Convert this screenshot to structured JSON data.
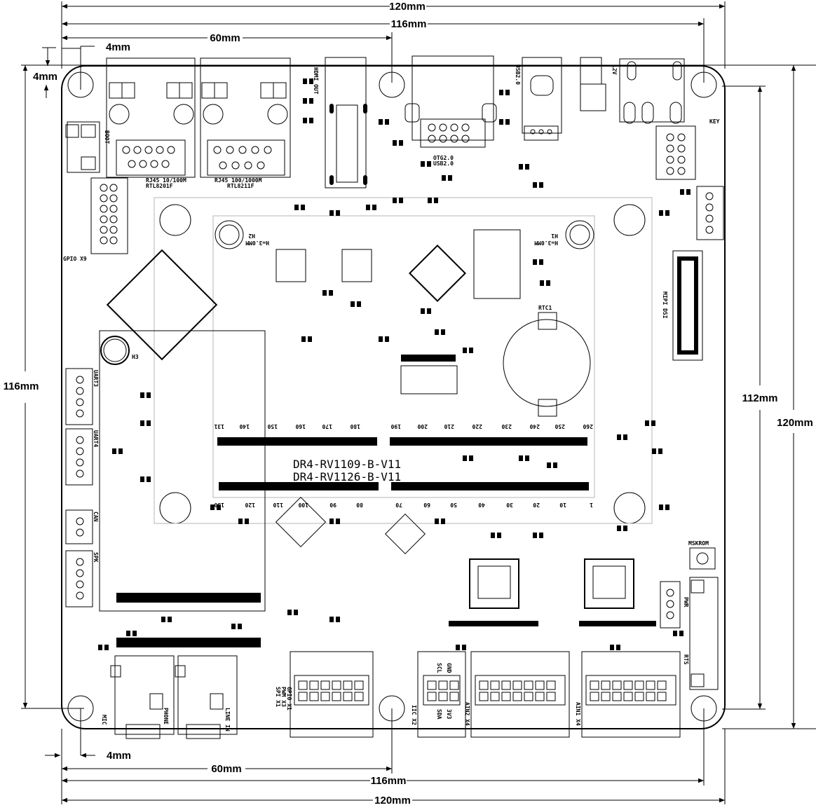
{
  "dimensions": {
    "top_overall": "120mm",
    "top_holes": "116mm",
    "top_half": "60mm",
    "top_hole_offset_x": "4mm",
    "top_hole_offset_y": "4mm",
    "left_holes": "116mm",
    "right_inner": "112mm",
    "right_overall": "120mm",
    "bottom_hole_offset_x": "4mm",
    "bottom_half": "60mm",
    "bottom_holes": "116mm",
    "bottom_overall": "120mm"
  },
  "board": {
    "model_1": "DR4-RV1109-B-V11",
    "model_2": "DR4-RV1126-B-V11"
  },
  "labels": {
    "rj45_left": "RJ45 10/100M",
    "rj45_left_chip": "RTL8201F",
    "rj45_right": "RJ45 100/1000M",
    "rj45_right_chip": "RTL8211F",
    "hdmi": "HDMI OUT",
    "usb20": "USB2.0",
    "otg": "OTG2.0",
    "otg_usb": "USB2.0",
    "dc12v": "12V",
    "key": "KEY",
    "boot": "BOOT",
    "gpio_x9": "GPIO X9",
    "rtc": "RTC1",
    "mipi": "MIPI DSI",
    "h1": "H1",
    "h1_size": "H=3.0MM",
    "h2": "H2",
    "h2_size": "H=3.0MM",
    "h3": "H3",
    "uart3": "UART3",
    "uart4": "UART4",
    "can": "CAN",
    "spk": "SPK",
    "mskrom": "MSKROM",
    "pwr": "PWR",
    "rts": "RTS",
    "iic": "IIC X2",
    "gpio_x1": "GPIO X1",
    "pwm_x3": "PWM X3",
    "spi_x1": "SPI X1",
    "ain2": "AIN2 X4",
    "ain1": "AIN1 X4",
    "phone": "PHONE",
    "mic": "MIC",
    "line_in": "LINE IN",
    "scl": "SCL",
    "sda": "SDA",
    "gnd": "GND",
    "v33": "3V3"
  },
  "connector_numbers": [
    "131",
    "140",
    "150",
    "160",
    "170",
    "180",
    "190",
    "200",
    "210",
    "220",
    "230",
    "240",
    "250",
    "260"
  ],
  "connector_numbers_bottom": [
    "130",
    "120",
    "110",
    "100",
    "90",
    "80",
    "70",
    "60",
    "50",
    "40",
    "30",
    "20",
    "10",
    "1"
  ]
}
